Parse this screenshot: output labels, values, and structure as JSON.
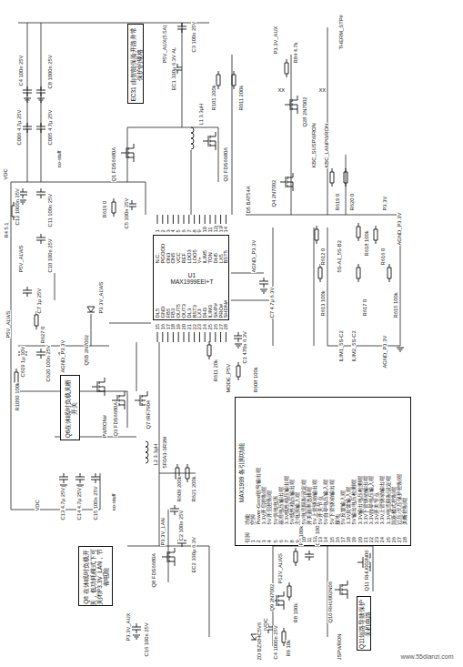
{
  "diagram": {
    "nodes": [
      {
        "text": [
          "EC31 由智能保险开路并常保护的规格"
        ]
      },
      {
        "text": [
          "U1",
          "MAX1999EEI+T"
        ]
      },
      {
        "text": [
          "Q6在休眠时负载关断开关"
        ]
      },
      {
        "text": [
          "Q8 在休眠时负载开关，低功耗模式下可关闭P3.3V_LAN，节省电能"
        ]
      },
      {
        "text": [
          "MAX1999 各引脚功能"
        ]
      },
      {
        "text": [
          "Q11短路导致保护关机电路"
        ]
      }
    ],
    "labels": [
      "P5V_AUX(5.5A)",
      "C3 100n 25V",
      "EC1 330μ 6.3V AL",
      "C4 100n 25V",
      "C8 1000n 25V",
      "C006 4.7μ 25V",
      "C005 4.7μ 25V",
      "no-stuff",
      "VDC",
      "C12 1000n 25V",
      "C11 100n 25V",
      "Q1 FDS6680A",
      "Q2 FDS6680A",
      "L1 3.3μH",
      "R101 200k",
      "R011 200k",
      "P3.3V_AUX",
      "R84 4.7k",
      "THERM_STP#",
      "Q28 2N7002",
      "XX",
      "XX",
      "Q4 2N7002",
      "KBC_SUSPWRON",
      "KBC_LANPWRON",
      "R619 0",
      "R620 0",
      "R618 100k",
      "P3.3V",
      "AGND_P3.3V",
      "R4 5.1",
      "C10 100n 25V",
      "P5V_ALWS",
      "C7 1μ 25V",
      "R619 0",
      "C5 100n 25V",
      "D5 BAT54A",
      "AGND_P3.3V",
      "C7 4.7μ 6.3V",
      "5S-A2_5S-B2",
      "R612 0",
      "R613 100k",
      "R615 100k",
      "R616 0",
      "R617 0",
      "ILIM1_5S-C2",
      "ILIM2_5S-C2",
      "AGND_P3.3V",
      "P5V_ALWS",
      "R627 0",
      "C619 1μ 10V",
      "C620 100n 25V",
      "AGND_P3.3V",
      "P3.3V_ALWS",
      "C1 470n 6.3V",
      "R611 20k",
      "MODE_P5V",
      "R608 100k",
      "R1050 100k",
      "Q5B 2N7002",
      "PWRON#",
      "Q3 FDS6680A",
      "Q7 IRF7904",
      "L2 3.3μH",
      "5F0A3-3R3M",
      "R609 200k",
      "R621 200k",
      "C2 100n 25V",
      "EC2 330μ 6.3V",
      "P3.3V_LAN",
      "Q8 FDS6680A",
      "P3.3V_AUX",
      "C16 100n 25V",
      "C13 4.7μ 25V",
      "C14 4.7μ 25V",
      "C15 100n 25V",
      "no-stuff",
      "VDC",
      "P12V_ALWS",
      "R7 100k",
      "C17 100n 25V",
      "R8 100k",
      "Q9 2N7002",
      "C4 1000n 25V",
      "R9 10k",
      "ZD BZX84C5V6",
      "JSPWRON",
      "Q10 RHU002N06",
      "VDC",
      "Q11 RHU002N06",
      "www.55dianzi.com",
      "N.C.",
      "PGOOD",
      "ON3",
      "ON5",
      "VCC",
      "REF",
      "LDO3",
      "LDO5",
      "V+",
      "ILIM5",
      "TON",
      "DH5",
      "LX5",
      "BST5",
      "DL5",
      "GND",
      "FB5",
      "FB3",
      "OUT5",
      "OUT3",
      "DL3",
      "BST3",
      "LX3",
      "DH3",
      "ILIM3",
      "SKIP#",
      "PRO#",
      "SHDN#",
      "1",
      "2",
      "3",
      "4",
      "5",
      "6",
      "7",
      "8",
      "9",
      "10",
      "11",
      "12",
      "13",
      "14",
      "15",
      "16",
      "17",
      "18",
      "19",
      "20",
      "21",
      "22",
      "23",
      "24",
      "25",
      "26",
      "27",
      "28",
      "引脚",
      "功能",
      "1",
      "空脚",
      "2",
      "Power-Good信号输出端",
      "3",
      "3.3V开启控制端",
      "4",
      "5V开启控制端",
      "5",
      "5V供电电源",
      "6",
      "基准电压输出端",
      "7",
      "3.3V线性稳压输出端",
      "8",
      "5V线性稳压输出端",
      "9",
      "主电源输入端",
      "10",
      "5V电流限制设定端",
      "11",
      "开关频率选择端",
      "12",
      "5V上管驱动输出端",
      "13",
      "5V开关节点",
      "14",
      "5V自举电压输入端",
      "15",
      "5V下管驱动输出端",
      "16",
      "接地",
      "17",
      "5V反馈输入端",
      "18",
      "3.3V反馈输入端",
      "19",
      "5V输出电压检测端",
      "20",
      "3.3V输出电压检测端",
      "21",
      "3.3V下管驱动输出端",
      "22",
      "3.3V自举电压输入端",
      "23",
      "3.3V开关节点",
      "24",
      "3.3V上管驱动输出端",
      "25",
      "3.3V电流限制设定端",
      "26",
      "跳跃模式控制端",
      "27",
      "过压/欠压保护控制端",
      "28",
      "关断控制端"
    ]
  }
}
